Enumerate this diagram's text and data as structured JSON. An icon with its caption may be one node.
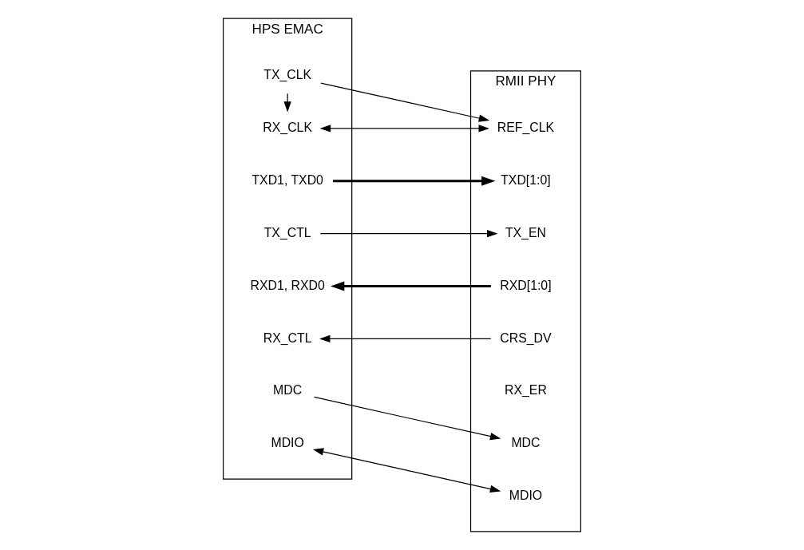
{
  "diagram": {
    "nodes": [
      {
        "text": [
          "HPS EMAC"
        ]
      },
      {
        "text": [
          "TX_CLK"
        ],
        "in": 0
      },
      {
        "text": [
          "RX_CLK"
        ],
        "in": 0
      },
      {
        "text": [
          "TXD1, TXD0"
        ],
        "in": 0
      },
      {
        "text": [
          "TX_CTL"
        ],
        "in": 0
      },
      {
        "text": [
          "RXD1, RXD0"
        ],
        "in": 0
      },
      {
        "text": [
          "RX_CTL"
        ],
        "in": 0
      },
      {
        "text": [
          "MDC"
        ],
        "in": 0
      },
      {
        "text": [
          "MDIO"
        ],
        "in": 0
      },
      {
        "text": [
          "RMII PHY"
        ]
      },
      {
        "text": [
          "REF_CLK"
        ],
        "in": 9
      },
      {
        "text": [
          "TXD[1:0]"
        ],
        "in": 9
      },
      {
        "text": [
          "TX_EN"
        ],
        "in": 9
      },
      {
        "text": [
          "RXD[1:0]"
        ],
        "in": 9
      },
      {
        "text": [
          "CRS_DV"
        ],
        "in": 9
      },
      {
        "text": [
          "RX_ER"
        ],
        "in": 9
      },
      {
        "text": [
          "MDC"
        ],
        "in": 9
      },
      {
        "text": [
          "MDIO"
        ],
        "in": 9
      }
    ],
    "edges": [
      {
        "from": 2,
        "to": 10,
        "arrow": "both"
      },
      {
        "from": 1,
        "to": 10,
        "arrow": "to"
      },
      {
        "from": 1,
        "to": 2,
        "arrow": "to"
      },
      {
        "from": 3,
        "to": 11,
        "arrow": "to",
        "style": "thick"
      },
      {
        "from": 4,
        "to": 12,
        "arrow": "to"
      },
      {
        "from": 13,
        "to": 5,
        "arrow": "to",
        "style": "thick"
      },
      {
        "from": 14,
        "to": 6,
        "arrow": "to"
      },
      {
        "from": 7,
        "to": 16,
        "arrow": "to"
      },
      {
        "from": 8,
        "to": 17,
        "arrow": "both"
      }
    ]
  }
}
